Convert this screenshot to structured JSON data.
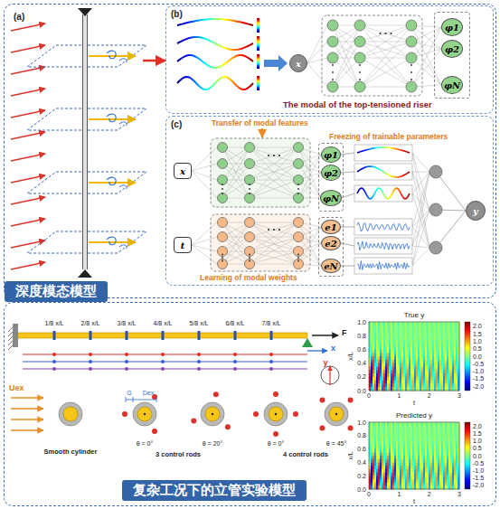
{
  "diagram": {
    "nodes": [
      {
        "text": [
          "深度模态模型"
        ]
      },
      {
        "text": [
          "(a)"
        ],
        "in": 0
      },
      {
        "text": [
          "(b)",
          "The modal of the top-tensioned riser"
        ],
        "in": 0
      },
      {
        "text": [
          "x"
        ],
        "in": 2
      },
      {
        "text": [],
        "in": 2
      },
      {
        "text": [
          "φ1"
        ],
        "in": 4
      },
      {
        "text": [
          "φ2"
        ],
        "in": 4
      },
      {
        "text": [
          "φN"
        ],
        "in": 4
      },
      {
        "text": [
          "(c)",
          "Transfer of modal features",
          "Freezing of trainable parameters",
          "Learning of modal weights"
        ],
        "in": 0
      },
      {
        "text": [
          "x"
        ],
        "in": 8
      },
      {
        "text": [
          "t"
        ],
        "in": 8
      },
      {
        "text": [],
        "in": 8
      },
      {
        "text": [
          "φ1"
        ],
        "in": 11
      },
      {
        "text": [
          "φ2"
        ],
        "in": 11
      },
      {
        "text": [
          "φN"
        ],
        "in": 11
      },
      {
        "text": [],
        "in": 8
      },
      {
        "text": [
          "e1"
        ],
        "in": 15
      },
      {
        "text": [
          "e2"
        ],
        "in": 15
      },
      {
        "text": [
          "eN"
        ],
        "in": 15
      },
      {
        "text": [
          "y"
        ],
        "in": 8
      },
      {
        "text": [
          "复杂工况下的立管实验模型"
        ]
      }
    ],
    "edges": [
      {
        "from": 1,
        "to": 2,
        "arrow": "to"
      }
    ],
    "labels": [
      "1/8 x/L",
      "2/8 x/L",
      "3/8 x/L",
      "4/8 x/L",
      "5/8 x/L",
      "6/8 x/L",
      "7/8 x/L",
      "F",
      "x",
      "y",
      "Uex",
      "Smooth cylinder",
      "G",
      "Dex",
      "θ = 0°",
      "θ = 20°",
      "3 control rods",
      "θ = 0°",
      "θ = 45°",
      "4 control rods",
      "True y",
      "1.0",
      "0.8",
      "0.6",
      "0.4",
      "0.2",
      "0.0",
      "x/L",
      "0",
      "1",
      "2",
      "3",
      "t",
      "2.0",
      "1.5",
      "1.0",
      "0.5",
      "0.0",
      "-0.5",
      "-1.0",
      "-1.5",
      "-2.0",
      "Predicted y",
      "1.0",
      "0.8",
      "0.6",
      "0.4",
      "0.2",
      "0.0",
      "x/L",
      "0",
      "1",
      "2",
      "3",
      "t",
      "2.0",
      "1.5",
      "1.0",
      "0.5",
      "0.0",
      "-0.5",
      "-1.0",
      "-1.5",
      "-2.0"
    ]
  }
}
